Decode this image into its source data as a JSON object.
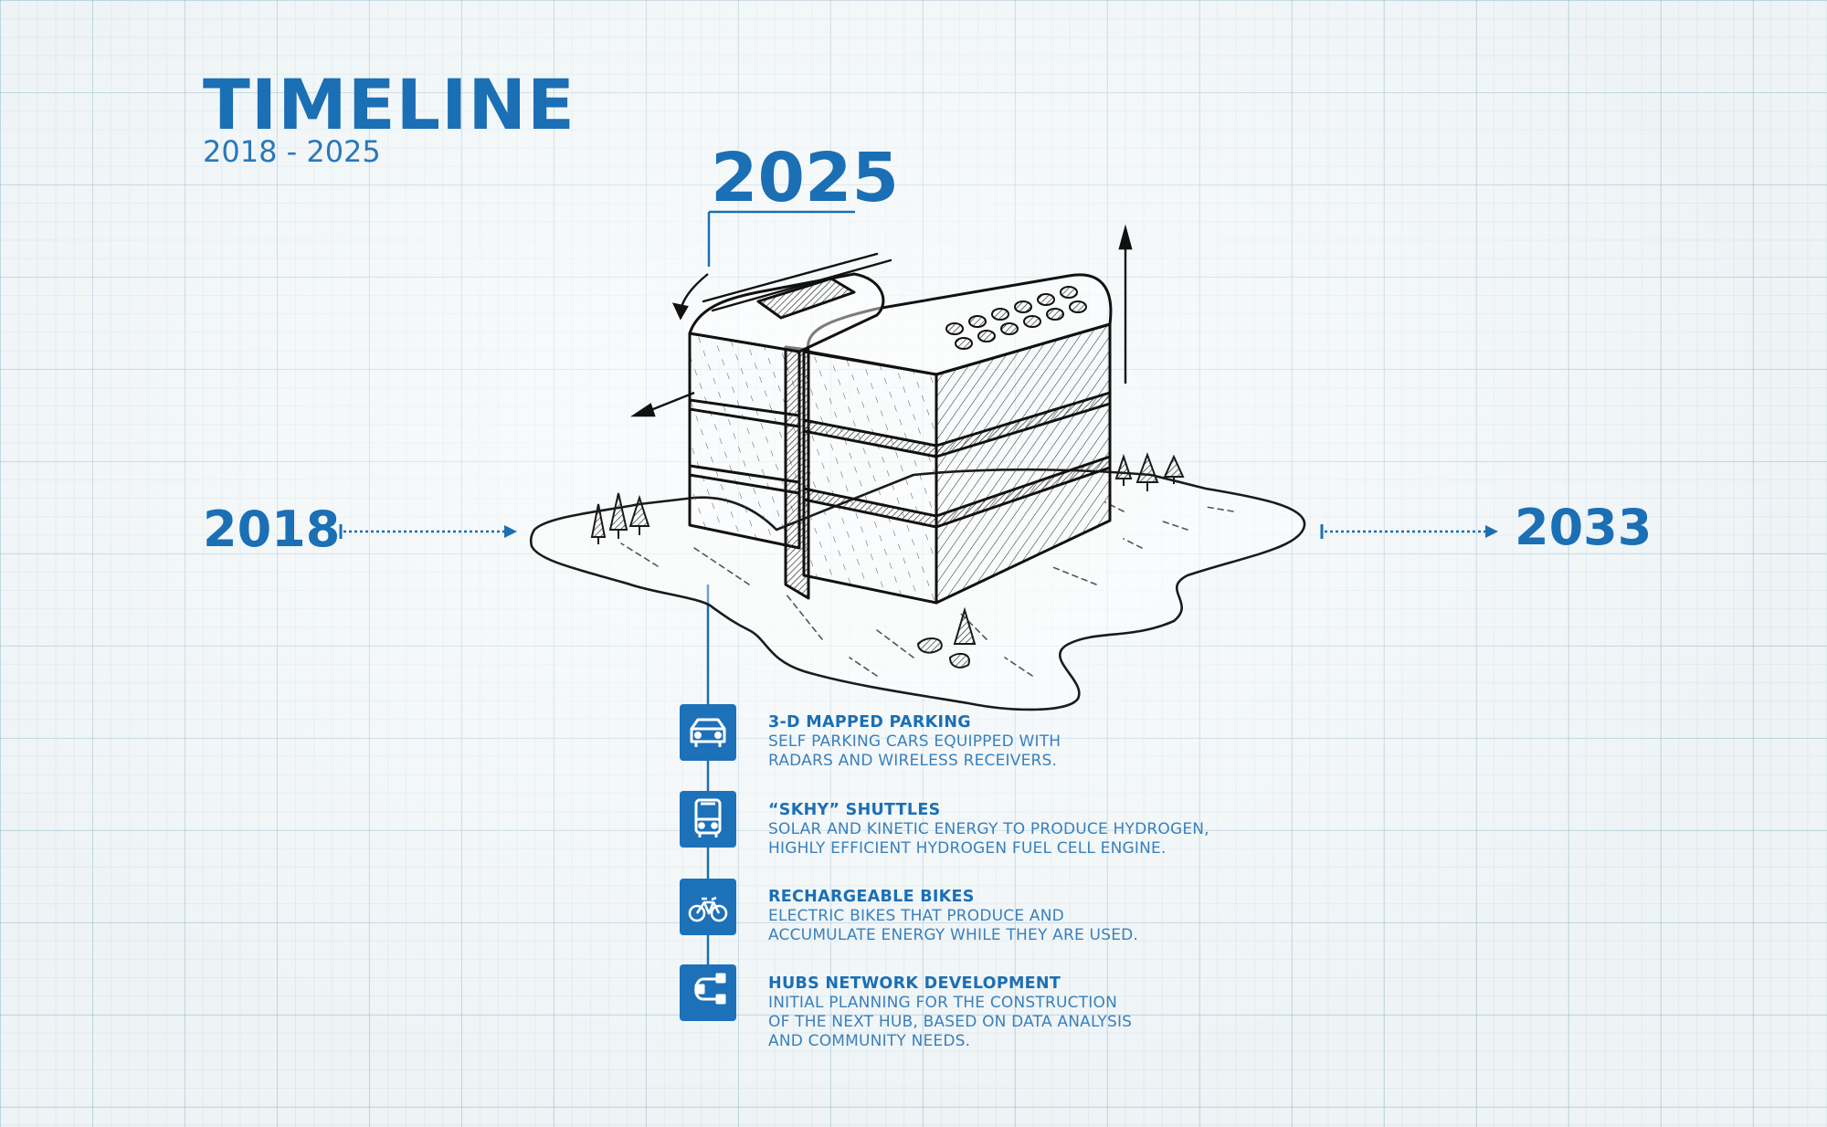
{
  "header": {
    "title": "TIMELINE",
    "range": "2018 - 2025"
  },
  "timeline": {
    "start_year": "2018",
    "current_year": "2025",
    "end_year": "2033"
  },
  "items": [
    {
      "title": "3-D MAPPED PARKING",
      "description": "SELF PARKING CARS EQUIPPED WITH\nRADARS AND WIRELESS RECEIVERS.",
      "icon": "car-icon"
    },
    {
      "title": "“SKHY” SHUTTLES",
      "description": "SOLAR AND KINETIC ENERGY TO PRODUCE HYDROGEN,\nHIGHLY EFFICIENT HYDROGEN FUEL CELL ENGINE.",
      "icon": "bus-icon"
    },
    {
      "title": "RECHARGEABLE BIKES",
      "description": "ELECTRIC BIKES THAT PRODUCE AND\nACCUMULATE ENERGY WHILE THEY ARE USED.",
      "icon": "bicycle-icon"
    },
    {
      "title": "HUBS NETWORK DEVELOPMENT",
      "description": "INITIAL PLANNING FOR THE CONSTRUCTION\nOF THE NEXT HUB, BASED ON DATA ANALYSIS\nAND COMMUNITY NEEDS.",
      "icon": "network-icon"
    }
  ],
  "colors": {
    "accent": "#1b6fb4",
    "icon_bg": "#1d71b8",
    "sketch": "#1a1a1a"
  }
}
